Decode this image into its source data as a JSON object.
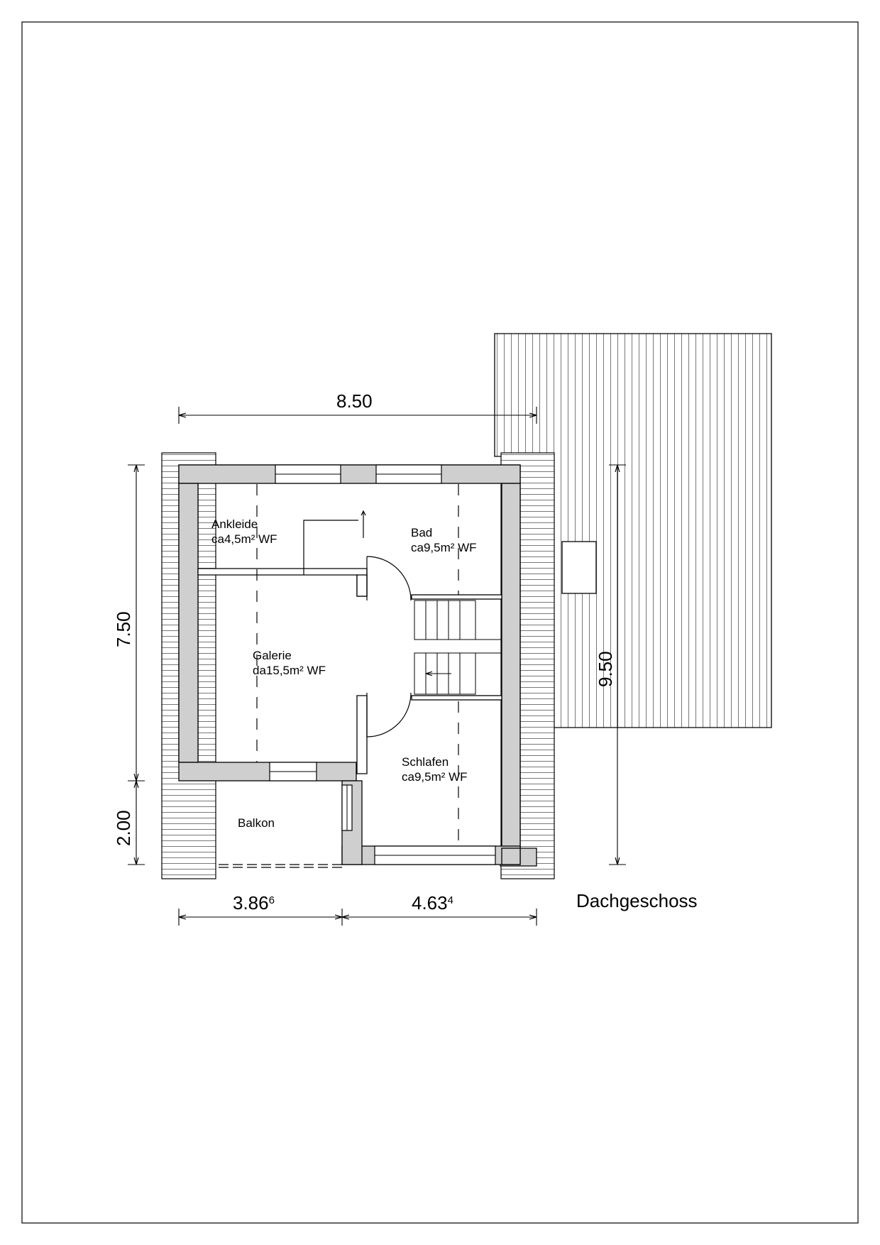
{
  "title": "Dachgeschoss",
  "rooms": {
    "ankleide": {
      "name": "Ankleide",
      "area": "ca4,5m² WF"
    },
    "bad": {
      "name": "Bad",
      "area": "ca9,5m² WF"
    },
    "galerie": {
      "name": "Galerie",
      "area": "da15,5m² WF"
    },
    "schlafen": {
      "name": "Schlafen",
      "area": "ca9,5m² WF"
    },
    "balkon": {
      "name": "Balkon"
    }
  },
  "dimensions": {
    "width_total": "8.50",
    "height_main": "7.50",
    "height_balcony": "2.00",
    "height_roof": "9.50",
    "width_left": {
      "main": "3.86",
      "sup": "6"
    },
    "width_right": {
      "main": "4.63",
      "sup": "4"
    }
  }
}
